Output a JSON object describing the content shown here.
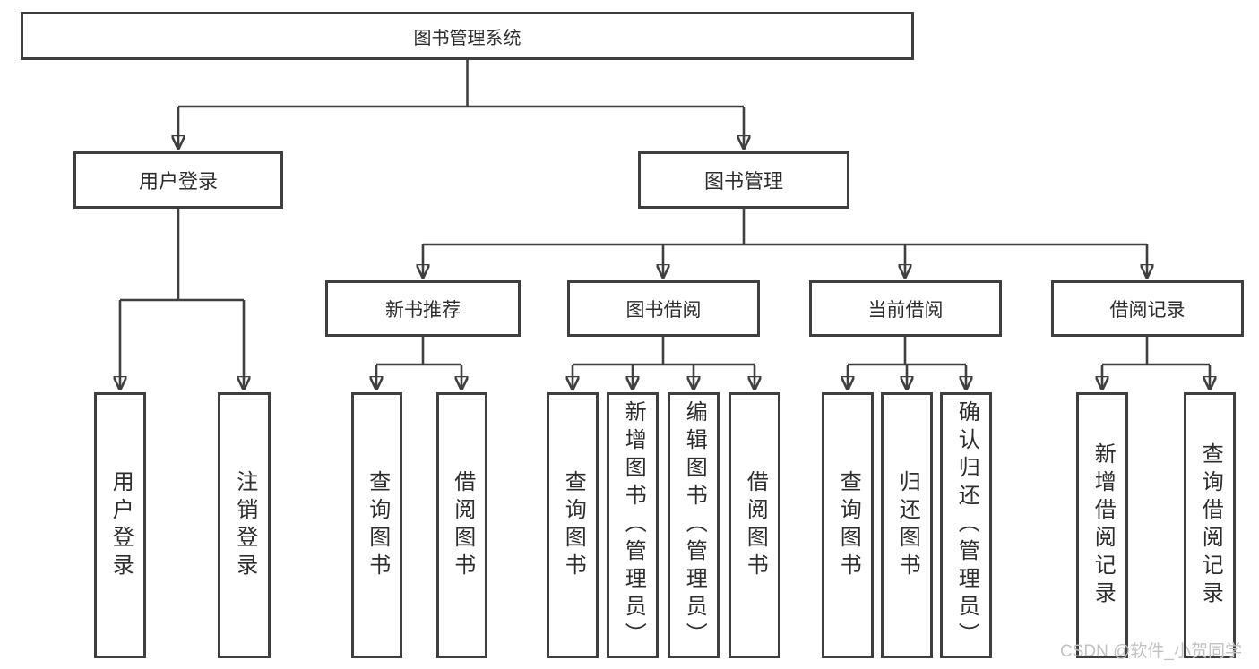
{
  "watermark": "CSDN @软件_小贺同学",
  "colors": {
    "line": "#3f3f3f",
    "box_border": "#3f3f3f",
    "box_fill": "#ffffff",
    "text": "#2d2d2d",
    "watermark": "#c2c2c2",
    "background": "#ffffff"
  },
  "tree": {
    "label": "图书管理系统",
    "children": [
      {
        "label": "用户登录",
        "children": [
          {
            "label": "用户登录"
          },
          {
            "label": "注销登录"
          }
        ]
      },
      {
        "label": "图书管理",
        "children": [
          {
            "label": "新书推荐",
            "children": [
              {
                "label": "查询图书"
              },
              {
                "label": "借阅图书"
              }
            ]
          },
          {
            "label": "图书借阅",
            "children": [
              {
                "label": "查询图书"
              },
              {
                "label": "新增图书（管理员）"
              },
              {
                "label": "编辑图书（管理员）"
              },
              {
                "label": "借阅图书"
              }
            ]
          },
          {
            "label": "当前借阅",
            "children": [
              {
                "label": "查询图书"
              },
              {
                "label": "归还图书"
              },
              {
                "label": "确认归还（管理员）"
              }
            ]
          },
          {
            "label": "借阅记录",
            "children": [
              {
                "label": "新增借阅记录"
              },
              {
                "label": "查询借阅记录"
              }
            ]
          }
        ]
      }
    ]
  }
}
